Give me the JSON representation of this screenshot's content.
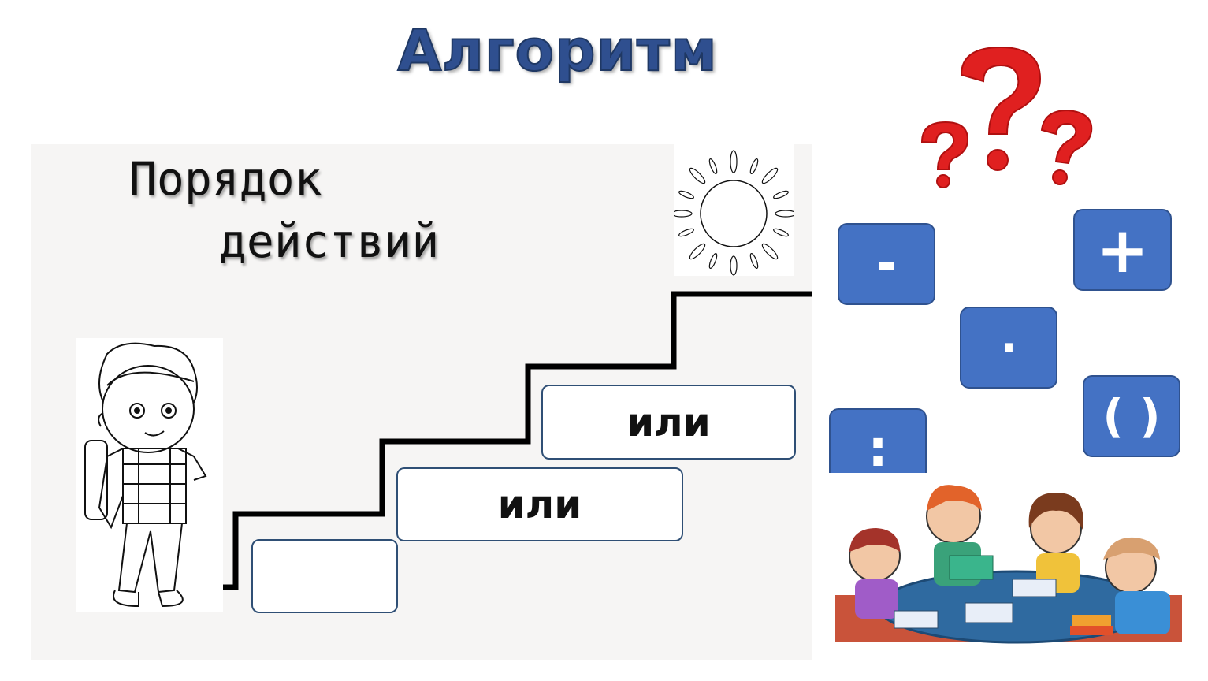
{
  "title": "Алгоритм",
  "heading": {
    "line1": "Порядок",
    "line2": "действий"
  },
  "steps": [
    {
      "label": ""
    },
    {
      "label": "или"
    },
    {
      "label": "или"
    }
  ],
  "operations": {
    "minus": "-",
    "plus": "+",
    "dot": "·",
    "parens": "( )",
    "colon": ":"
  },
  "colors": {
    "title": "#2f4f8f",
    "op_button": "#4472c4",
    "question_mark": "#e02020"
  },
  "icons": [
    "boy-illustration",
    "sun-icon",
    "question-marks-icon",
    "children-at-table-illustration"
  ]
}
